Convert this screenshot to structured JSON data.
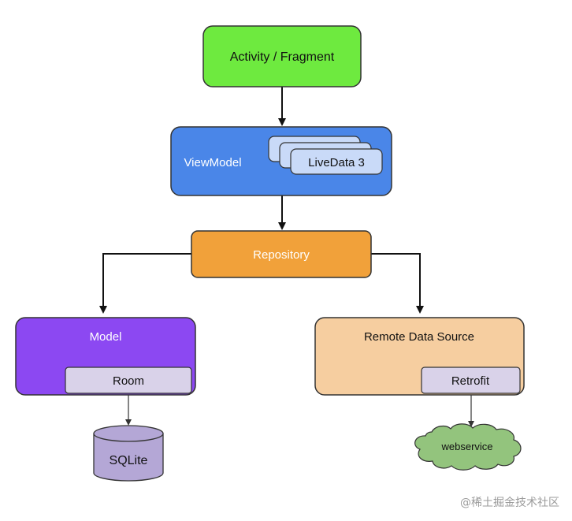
{
  "diagram": {
    "nodes": {
      "activity": "Activity / Fragment",
      "viewmodel": "ViewModel",
      "livedata": "LiveData 3",
      "repository": "Repository",
      "model": "Model",
      "room": "Room",
      "sqlite": "SQLite",
      "remote": "Remote Data Source",
      "retrofit": "Retrofit",
      "webservice": "webservice"
    },
    "colors": {
      "activity": "#6eea3f",
      "viewmodel": "#4a86e8",
      "livedata": "#c9daf8",
      "repository": "#f1a13a",
      "model": "#8c48f2",
      "room": "#d9d2e9",
      "sqlite": "#b4a7d6",
      "remote": "#f6cea0",
      "retrofit": "#d9d2e9",
      "webservice": "#93c47d"
    }
  },
  "watermark": "@稀土掘金技术社区"
}
